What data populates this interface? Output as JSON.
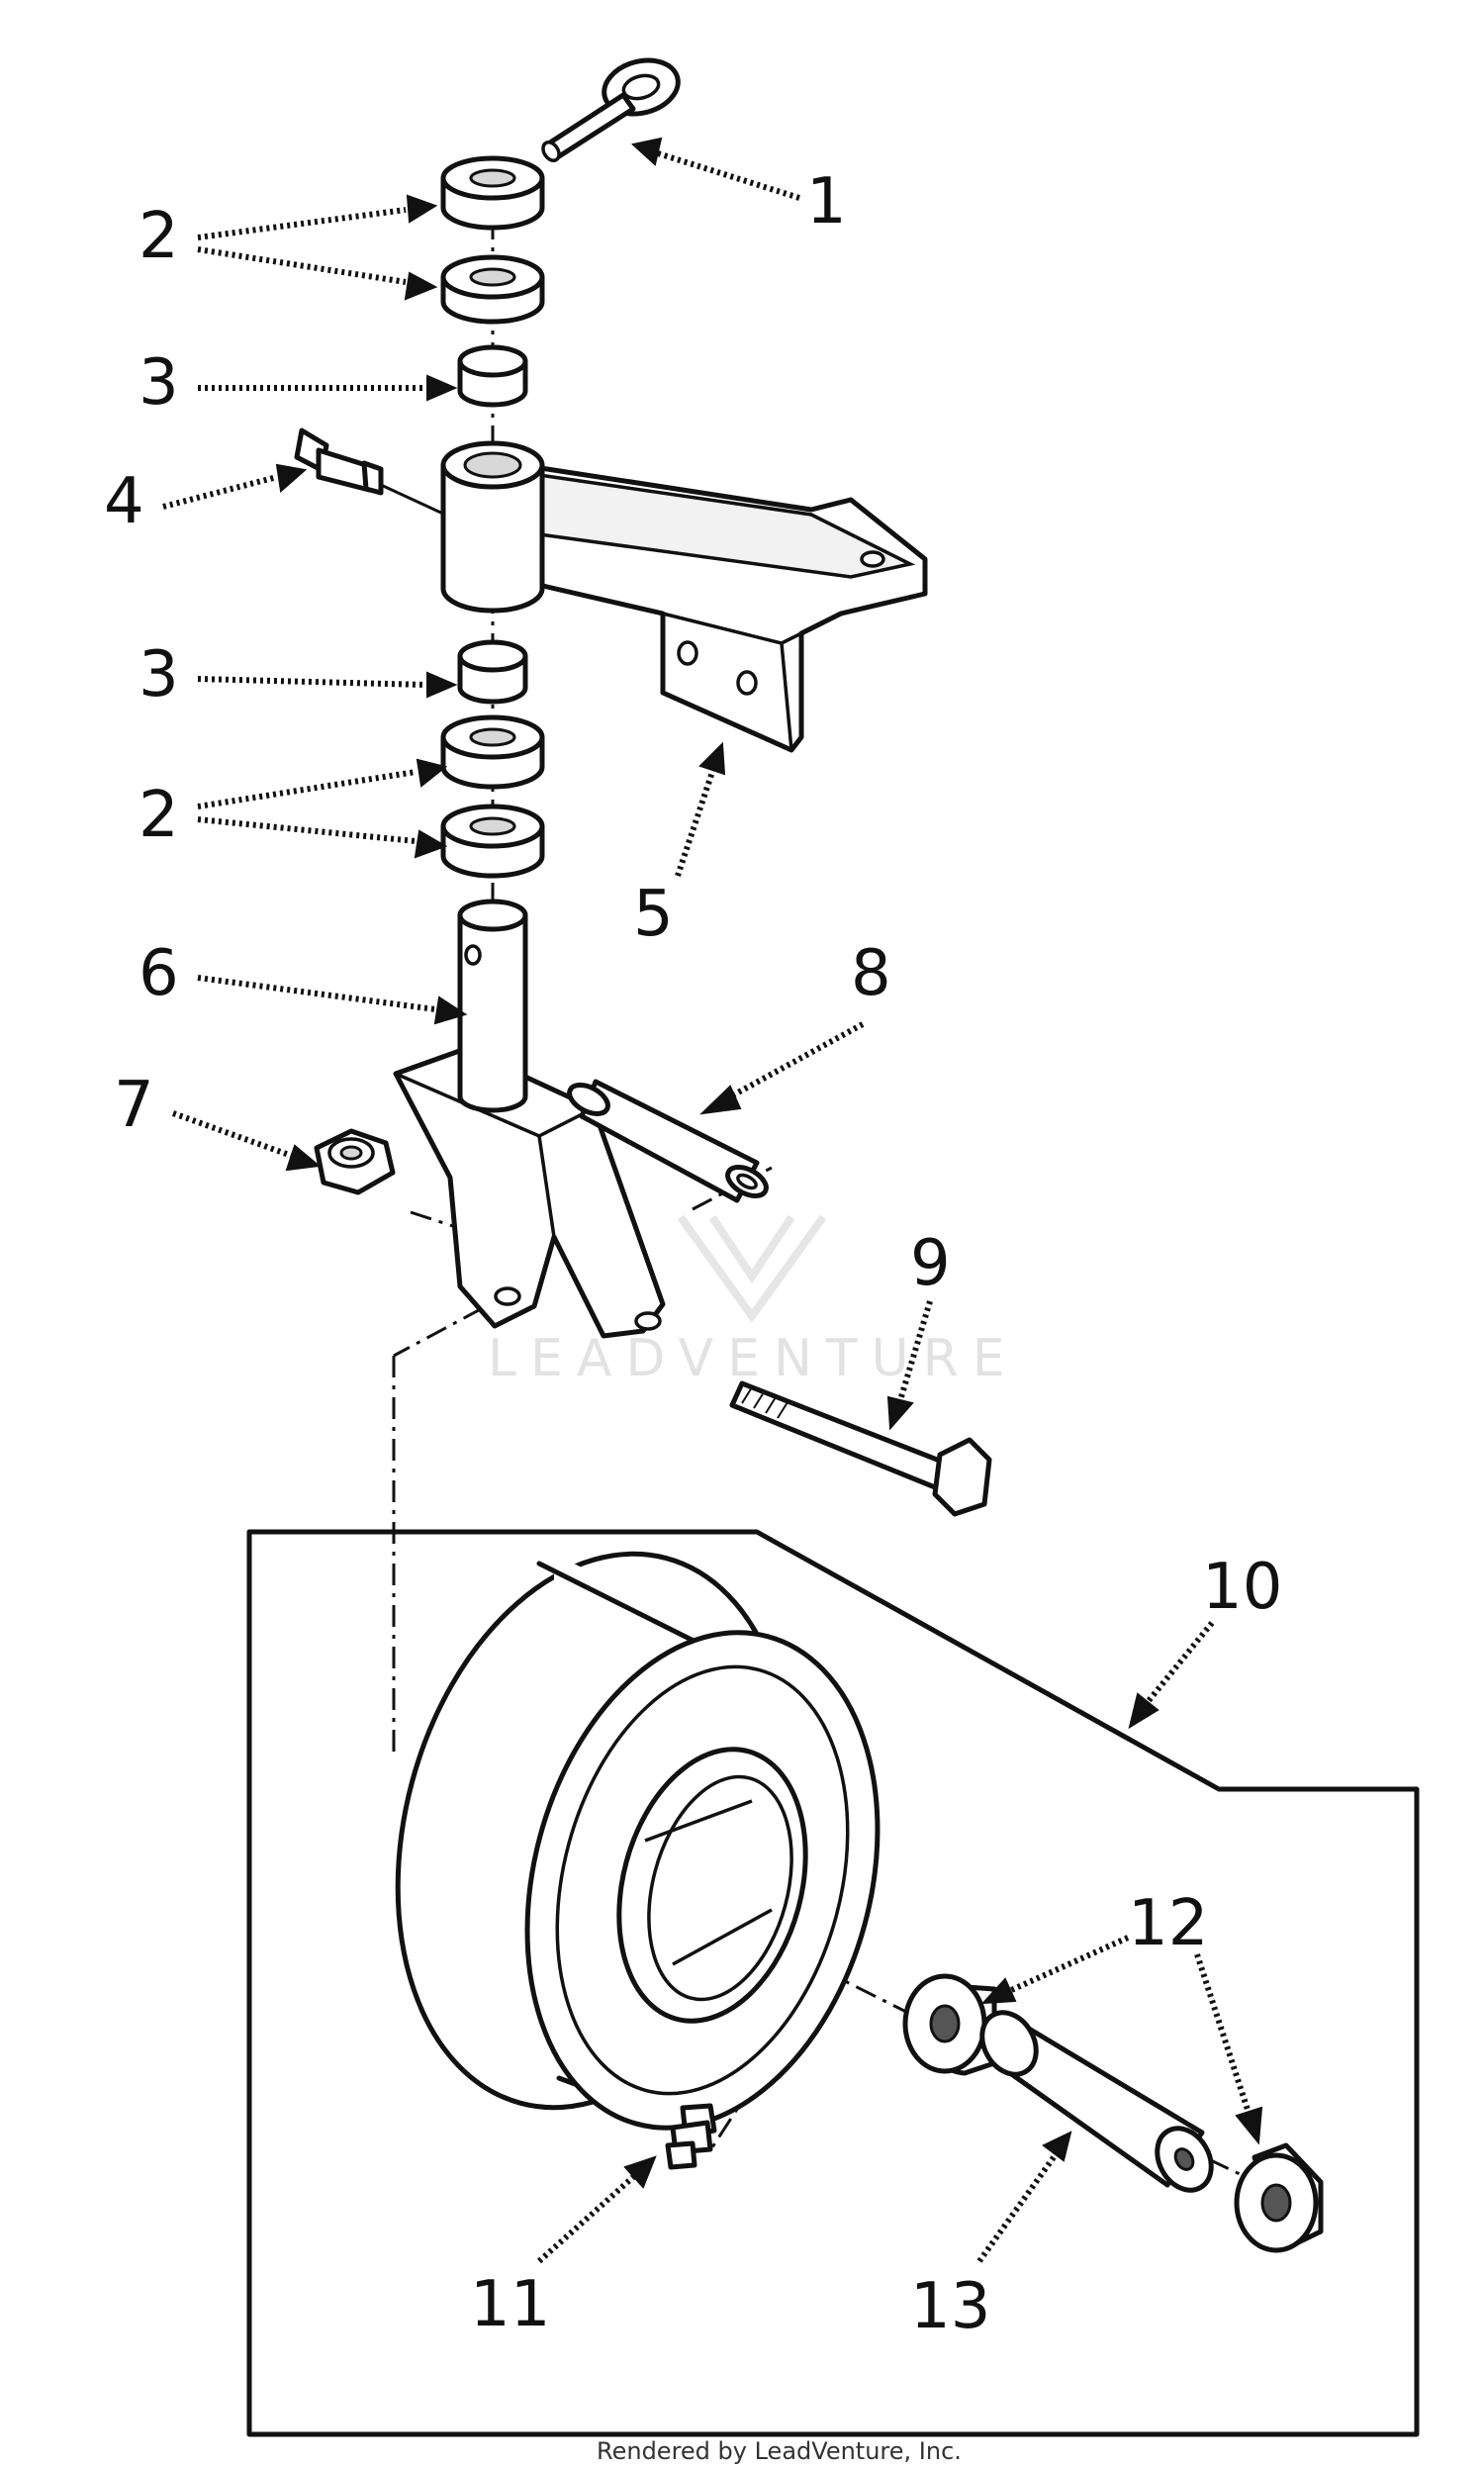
{
  "diagram": {
    "callouts": [
      "1",
      "2",
      "2",
      "3",
      "4",
      "3",
      "2",
      "5",
      "6",
      "8",
      "7",
      "9",
      "10",
      "12",
      "11",
      "13"
    ],
    "watermark": "LEADVENTURE",
    "footer": "Rendered by LeadVenture, Inc."
  }
}
